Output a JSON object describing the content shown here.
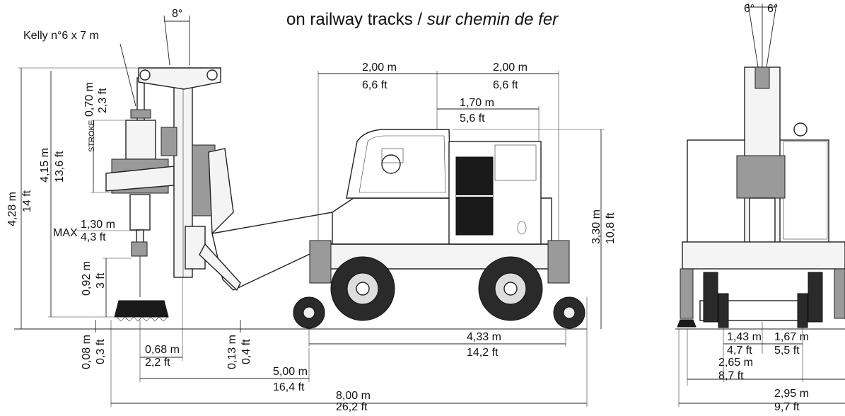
{
  "title": {
    "main": "on railway tracks",
    "sep": " / ",
    "alt": "sur chemin de fer"
  },
  "side_view": {
    "kelly": "Kelly n°6 x 7 m",
    "tilt_angle": "8°",
    "stroke_word": "STROKE",
    "stroke_m": "0,70 m",
    "stroke_ft": "2,3 ft",
    "height_total_m": "4,28 m",
    "height_total_ft": "14 ft",
    "height_mast_m": "4,15 m",
    "height_mast_ft": "13,6 ft",
    "max_word": "MAX",
    "max_m": "1,30 m",
    "max_ft": "4,3 ft",
    "tool_m": "0,92 m",
    "tool_ft": "3 ft",
    "ground_m": "0,08 m",
    "ground_ft": "0,3 ft",
    "offset_m": "0,68 m",
    "offset_ft": "2,2 ft",
    "rail_m": "0,13 m",
    "rail_ft": "0,4 ft",
    "cab_rear_m": "2,00 m",
    "cab_rear_ft": "6,6 ft",
    "cab_front_m": "2,00 m",
    "cab_front_ft": "6,6 ft",
    "cab_top_m": "1,70 m",
    "cab_top_ft": "5,6 ft",
    "height_cab_m": "3,30 m",
    "height_cab_ft": "10,8 ft",
    "wheelbase_m": "4,33 m",
    "wheelbase_ft": "14,2 ft",
    "reach_m": "5,00 m",
    "reach_ft": "16,4 ft",
    "length_m": "8,00 m",
    "length_ft": "26,2 ft"
  },
  "front_view": {
    "angle_left": "6°",
    "angle_right": "6°",
    "track_left_m": "1,43 m",
    "track_left_ft": "4,7 ft",
    "track_right_m": "1,67 m",
    "track_right_ft": "5,5 ft",
    "track_m": "2,65 m",
    "track_ft": "8,7 ft",
    "width_m": "2,95 m",
    "width_ft": "9,7 ft"
  }
}
